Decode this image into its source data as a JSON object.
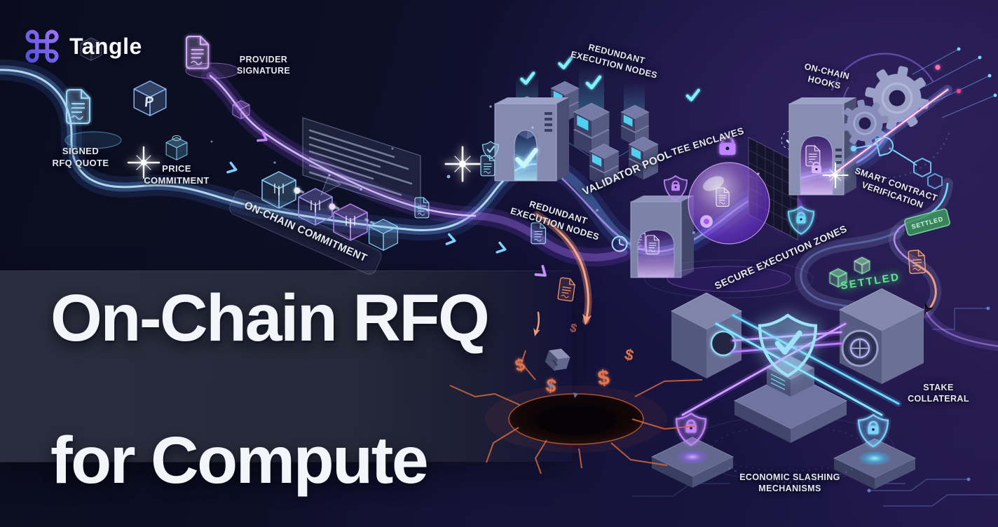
{
  "brand": {
    "name": "Tangle"
  },
  "hero": {
    "title_line1": "On-Chain RFQ",
    "title_line2": "for Compute"
  },
  "flow_labels": {
    "signed_rfq_quote": "SIGNED\nRFQ QUOTE",
    "price_commitment": "PRICE\nCOMMITMENT",
    "provider_signature": "PROVIDER\nSIGNATURE",
    "on_chain_commitment": "ON-CHAIN COMMITMENT",
    "redundant_execution_nodes_top": "REDUNDANT\nEXECUTION NODES",
    "validator_pool": "VALIDATOR POOL",
    "redundant_execution_nodes_mid": "REDUNDANT\nEXECUTION NODES",
    "tee_enclaves": "TEE ENCLAVES",
    "on_chain_hooks": "ON-CHAIN\nHOOKS",
    "smart_contract_verification": "SMART CONTRACT\nVERIFICATION",
    "secure_execution_zones": "SECURE EXECUTION ZONES",
    "settled": "SETTLED",
    "settled_chip": "SETTLED",
    "stake_collateral": "STAKE\nCOLLATERAL",
    "economic_slashing_mechanisms": "ECONOMIC SLASHING\nMECHANISMS"
  },
  "glyphs": {
    "dollar": "$",
    "p_marker": "P"
  },
  "colors": {
    "background_deep": "#0a0c1e",
    "background_purple": "#30225e",
    "panel": "#262a3a",
    "accent_cyan": "#5ad0f5",
    "accent_blue": "#5a8df0",
    "accent_purple": "#a855f7",
    "accent_green": "#4ade80",
    "accent_orange": "#f07a4a",
    "structure_slate": "#858ab0",
    "title_text": "#f2f5fa",
    "label_text": "#e6e9f3",
    "logo_gradient_start": "#4f51d8",
    "logo_gradient_end": "#9d71ff"
  }
}
